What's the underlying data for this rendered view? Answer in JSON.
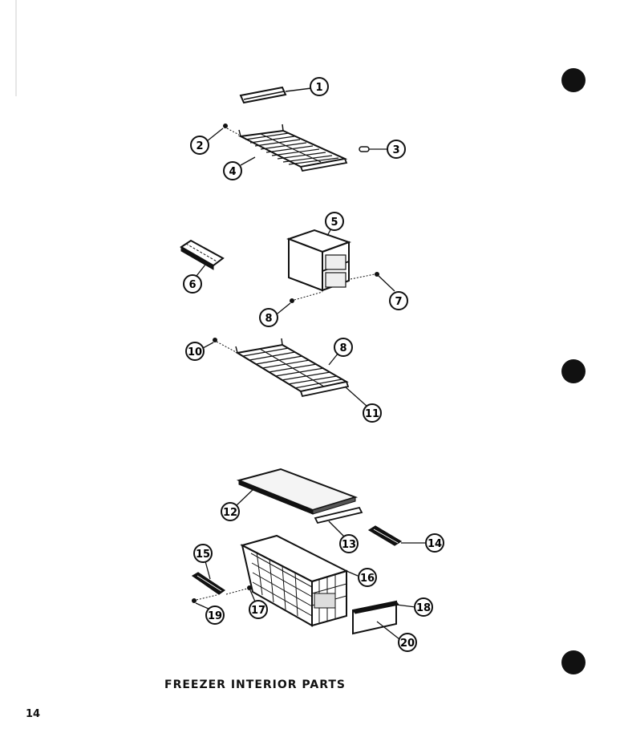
{
  "title": "FREEZER INTERIOR PARTS",
  "page_number": "14",
  "callouts": [
    "1",
    "2",
    "3",
    "4",
    "5",
    "6",
    "7",
    "8",
    "8",
    "10",
    "11",
    "12",
    "13",
    "14",
    "15",
    "16",
    "17",
    "18",
    "19",
    "20"
  ]
}
